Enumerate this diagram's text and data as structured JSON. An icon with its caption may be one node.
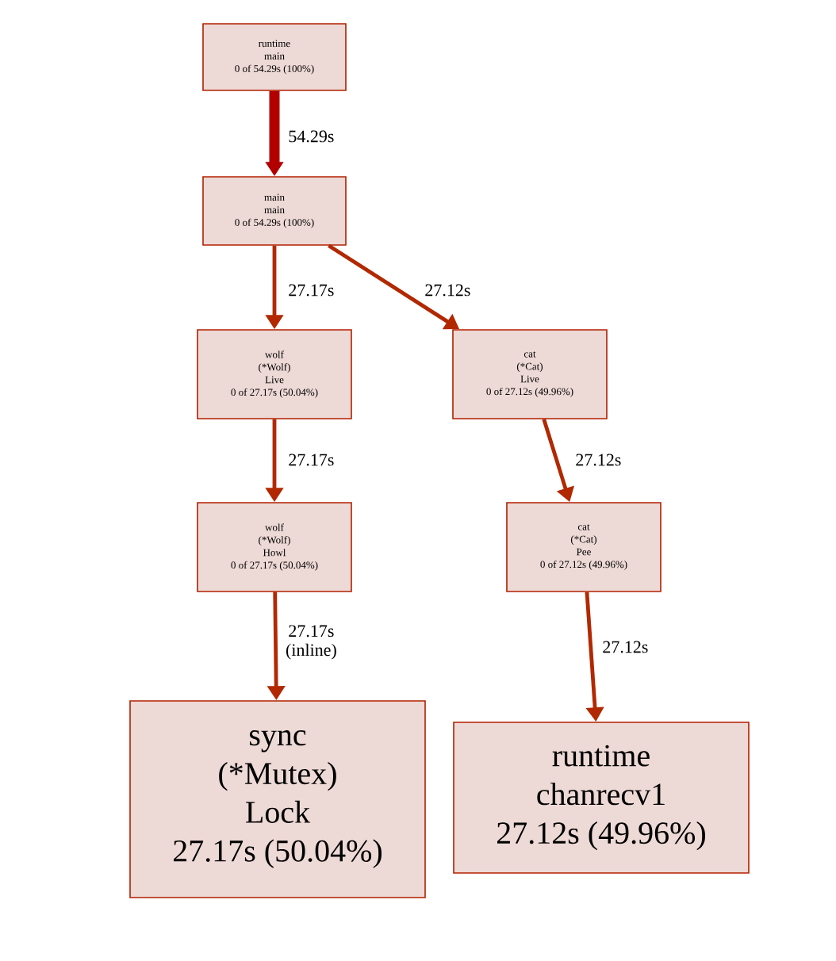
{
  "diagram": {
    "nodes": [
      {
        "text": [
          "runtime",
          "main",
          "0 of 54.29s (100%)"
        ]
      },
      {
        "text": [
          "main",
          "main",
          "0 of 54.29s (100%)"
        ]
      },
      {
        "text": [
          "wolf",
          "(*Wolf)",
          "Live",
          "0 of 27.17s (50.04%)"
        ]
      },
      {
        "text": [
          "cat",
          "(*Cat)",
          "Live",
          "0 of 27.12s (49.96%)"
        ]
      },
      {
        "text": [
          "wolf",
          "(*Wolf)",
          "Howl",
          "0 of 27.17s (50.04%)"
        ]
      },
      {
        "text": [
          "cat",
          "(*Cat)",
          "Pee",
          "0 of 27.12s (49.96%)"
        ]
      },
      {
        "text": [
          "sync",
          "(*Mutex)",
          "Lock",
          "27.17s (50.04%)"
        ]
      },
      {
        "text": [
          "runtime",
          "chanrecv1",
          "27.12s (49.96%)"
        ]
      }
    ],
    "edges": [
      {
        "from": 0,
        "to": 1,
        "arrow": "to",
        "label": "54.29s",
        "style": "thick",
        "color": "#b20000"
      },
      {
        "from": 1,
        "to": 2,
        "arrow": "to",
        "label": "27.17s"
      },
      {
        "from": 1,
        "to": 3,
        "arrow": "to",
        "label": "27.12s"
      },
      {
        "from": 2,
        "to": 4,
        "arrow": "to",
        "label": "27.17s"
      },
      {
        "from": 3,
        "to": 5,
        "arrow": "to",
        "label": "27.12s"
      },
      {
        "from": 4,
        "to": 6,
        "arrow": "to",
        "label": "27.17s (inline)"
      },
      {
        "from": 5,
        "to": 7,
        "arrow": "to",
        "label": "27.12s"
      }
    ]
  }
}
